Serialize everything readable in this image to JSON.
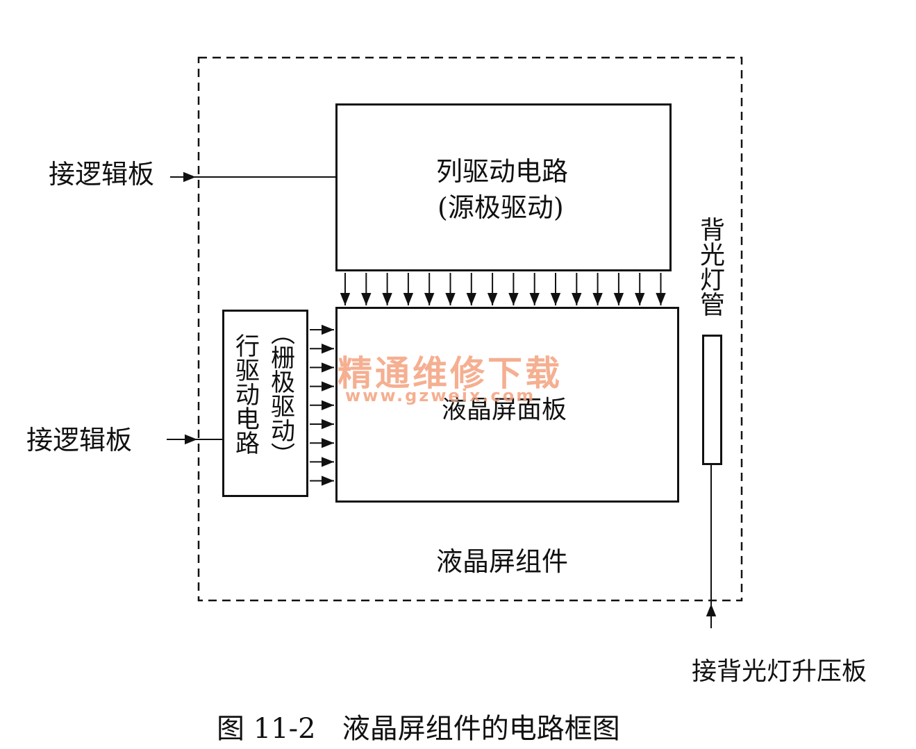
{
  "labels": {
    "column_driver_line1": "列驱动电路",
    "column_driver_line2": "(源极驱动)",
    "row_driver_line1": "行驱动电路",
    "row_driver_line2": "（栅极驱动）",
    "lcd_panel": "液晶屏面板",
    "lcd_assembly": "液晶屏组件",
    "backlight_tube": "背光灯管",
    "to_logic_board_top": "接逻辑板",
    "to_logic_board_left": "接逻辑板",
    "to_backlight_inverter": "接背光灯升压板",
    "caption": "图 11-2   液晶屏组件的电路框图"
  },
  "watermark": {
    "text_cn": "精通维修下载",
    "url": "www.gzweix.com",
    "color": "#f4a27e"
  }
}
